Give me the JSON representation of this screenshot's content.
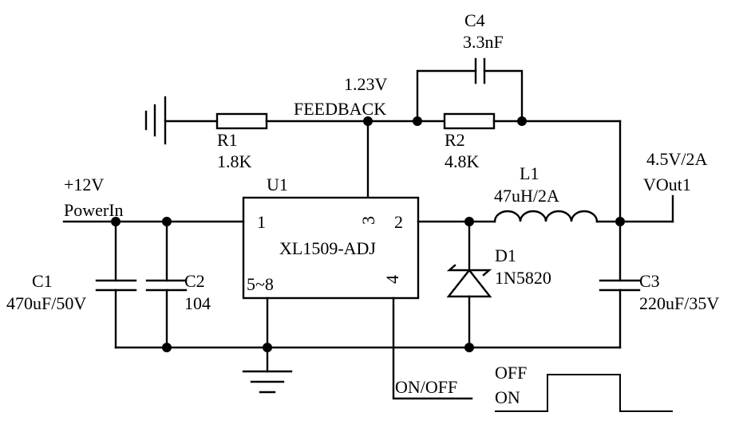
{
  "components": {
    "c4": {
      "ref": "C4",
      "value": "3.3nF"
    },
    "feedback": {
      "voltage": "1.23V",
      "label": "FEEDBACK"
    },
    "r1": {
      "ref": "R1",
      "value": "1.8K"
    },
    "r2": {
      "ref": "R2",
      "value": "4.8K"
    },
    "l1": {
      "ref": "L1",
      "value": "47uH/2A"
    },
    "vout": {
      "rating": "4.5V/2A",
      "label": "VOut1"
    },
    "vin": {
      "voltage": "+12V",
      "label": "PowerIn"
    },
    "u1": {
      "ref": "U1",
      "part": "XL1509-ADJ",
      "pin1": "1",
      "pin2": "2",
      "pin3": "3",
      "pin4": "4",
      "pin58": "5~8"
    },
    "c1": {
      "ref": "C1",
      "value": "470uF/50V"
    },
    "c2": {
      "ref": "C2",
      "value": "104"
    },
    "d1": {
      "ref": "D1",
      "value": "1N5820"
    },
    "c3": {
      "ref": "C3",
      "value": "220uF/35V"
    },
    "onoff": {
      "label": "ON/OFF",
      "off": "OFF",
      "on": "ON"
    }
  }
}
